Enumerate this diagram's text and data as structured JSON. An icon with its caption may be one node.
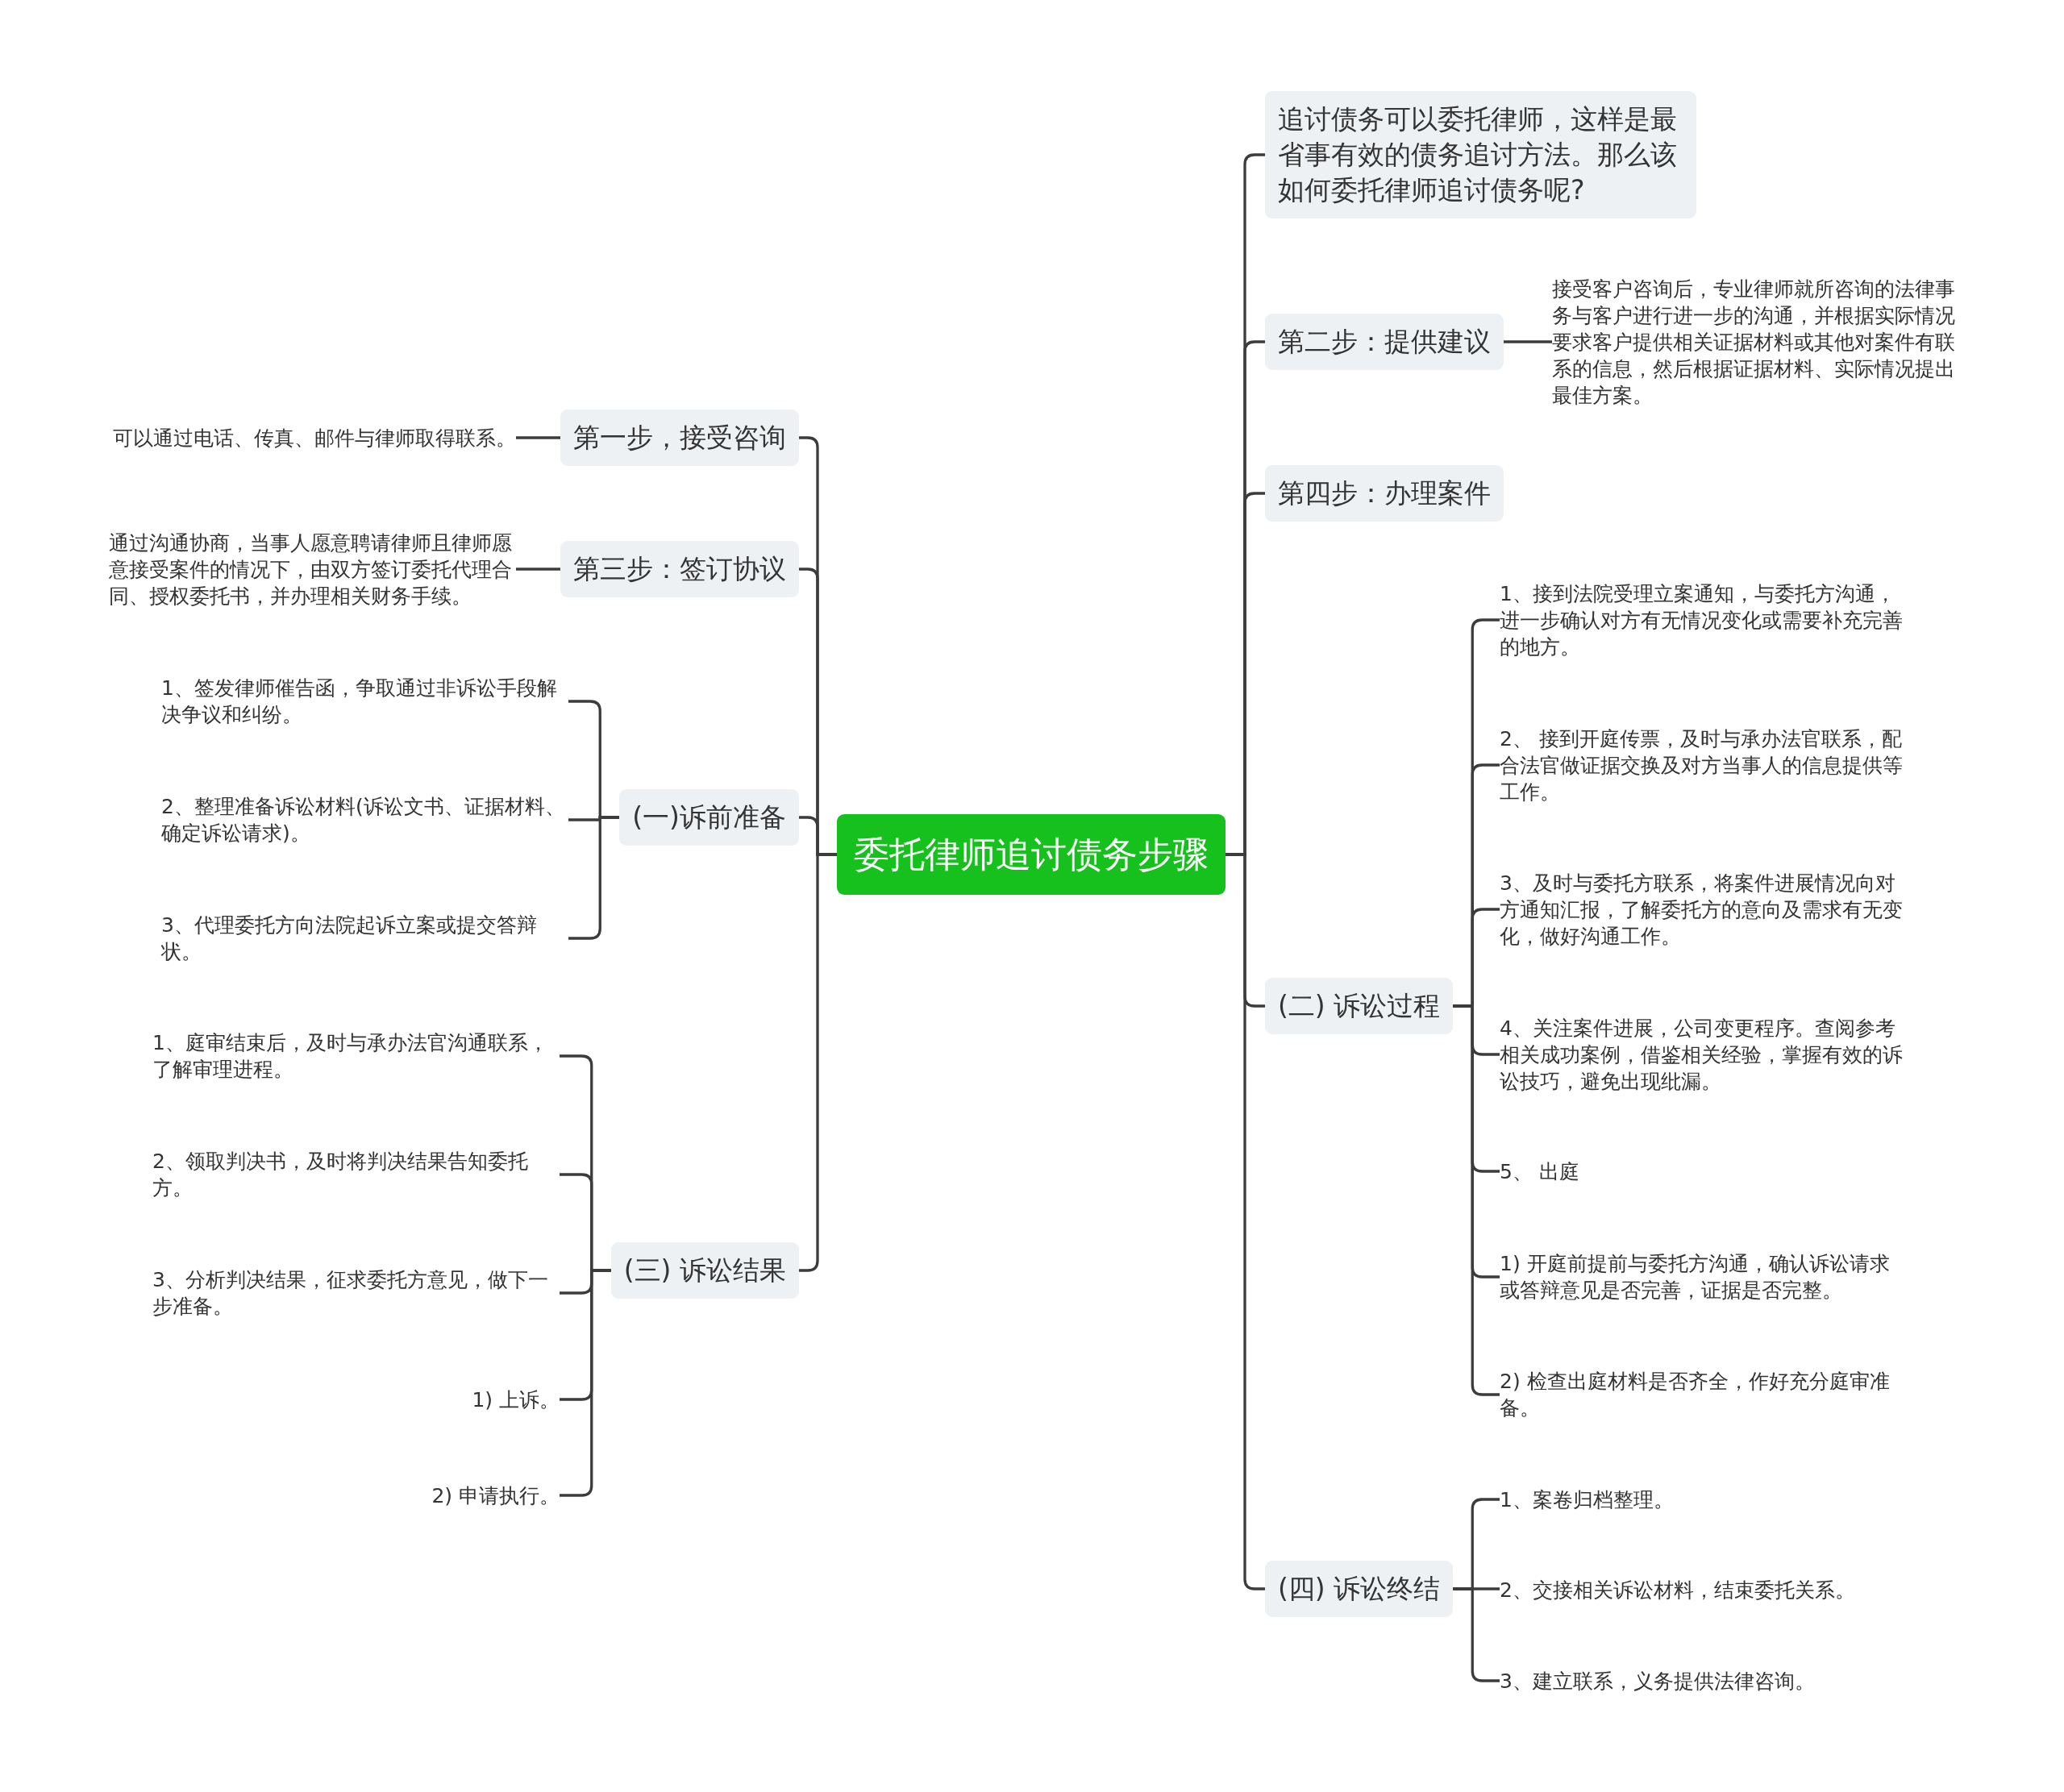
{
  "diagram": {
    "nodes": [
      {
        "text": [
          "委托律师追讨债务步骤"
        ]
      },
      {
        "text": [
          "追讨债务可以委托律师，这样是最省事有效的债务追讨方法。那么该如何委托律师追讨债务呢?"
        ]
      },
      {
        "text": [
          "第一步，接受咨询"
        ]
      },
      {
        "text": [
          "可以通过电话、传真、邮件与律师取得联系。"
        ]
      },
      {
        "text": [
          "第二步：提供建议"
        ]
      },
      {
        "text": [
          "接受客户咨询后，专业律师就所咨询的法律事务与客户进行进一步的沟通，并根据实际情况要求客户提供相关证据材料或其他对案件有联系的信息，然后根据证据材料、实际情况提出最佳方案。"
        ]
      },
      {
        "text": [
          "第三步：签订协议"
        ]
      },
      {
        "text": [
          "通过沟通协商，当事人愿意聘请律师且律师愿意接受案件的情况下，由双方签订委托代理合同、授权委托书，并办理相关财务手续。"
        ]
      },
      {
        "text": [
          "第四步：办理案件"
        ]
      },
      {
        "text": [
          "(一)诉前准备"
        ]
      },
      {
        "text": [
          "1、签发律师催告函，争取通过非诉讼手段解决争议和纠纷。"
        ]
      },
      {
        "text": [
          "2、整理准备诉讼材料(诉讼文书、证据材料、确定诉讼请求)。"
        ]
      },
      {
        "text": [
          "3、代理委托方向法院起诉立案或提交答辩状。"
        ]
      },
      {
        "text": [
          "(二) 诉讼过程"
        ]
      },
      {
        "text": [
          "1、接到法院受理立案通知，与委托方沟通，进一步确认对方有无情况变化或需要补充完善的地方。"
        ]
      },
      {
        "text": [
          "2、 接到开庭传票，及时与承办法官联系，配合法官做证据交换及对方当事人的信息提供等工作。"
        ]
      },
      {
        "text": [
          "3、及时与委托方联系，将案件进展情况向对方通知汇报，了解委托方的意向及需求有无变化，做好沟通工作。"
        ]
      },
      {
        "text": [
          "4、关注案件进展，公司变更程序。查阅参考相关成功案例，借鉴相关经验，掌握有效的诉讼技巧，避免出现纰漏。"
        ]
      },
      {
        "text": [
          "5、 出庭"
        ]
      },
      {
        "text": [
          "1) 开庭前提前与委托方沟通，确认诉讼请求或答辩意见是否完善，证据是否完整。"
        ]
      },
      {
        "text": [
          "2) 检查出庭材料是否齐全，作好充分庭审准备。"
        ]
      },
      {
        "text": [
          "(三) 诉讼结果"
        ]
      },
      {
        "text": [
          "1、庭审结束后，及时与承办法官沟通联系，了解审理进程。"
        ]
      },
      {
        "text": [
          "2、领取判决书，及时将判决结果告知委托方。"
        ]
      },
      {
        "text": [
          "3、分析判决结果，征求委托方意见，做下一步准备。"
        ]
      },
      {
        "text": [
          "1) 上诉。"
        ]
      },
      {
        "text": [
          "2) 申请执行。"
        ]
      },
      {
        "text": [
          "(四) 诉讼终结"
        ]
      },
      {
        "text": [
          "1、案卷归档整理。"
        ]
      },
      {
        "text": [
          "2、交接相关诉讼材料，结束委托关系。"
        ]
      },
      {
        "text": [
          "3、建立联系，义务提供法律咨询。"
        ]
      }
    ],
    "edges": [
      {
        "from": 0,
        "to": 1,
        "arrow": "none"
      },
      {
        "from": 0,
        "to": 2,
        "arrow": "none"
      },
      {
        "from": 2,
        "to": 3,
        "arrow": "none"
      },
      {
        "from": 0,
        "to": 4,
        "arrow": "none"
      },
      {
        "from": 4,
        "to": 5,
        "arrow": "none"
      },
      {
        "from": 0,
        "to": 6,
        "arrow": "none"
      },
      {
        "from": 6,
        "to": 7,
        "arrow": "none"
      },
      {
        "from": 0,
        "to": 8,
        "arrow": "none"
      },
      {
        "from": 0,
        "to": 9,
        "arrow": "none"
      },
      {
        "from": 9,
        "to": 10,
        "arrow": "none"
      },
      {
        "from": 9,
        "to": 11,
        "arrow": "none"
      },
      {
        "from": 9,
        "to": 12,
        "arrow": "none"
      },
      {
        "from": 0,
        "to": 13,
        "arrow": "none"
      },
      {
        "from": 13,
        "to": 14,
        "arrow": "none"
      },
      {
        "from": 13,
        "to": 15,
        "arrow": "none"
      },
      {
        "from": 13,
        "to": 16,
        "arrow": "none"
      },
      {
        "from": 13,
        "to": 17,
        "arrow": "none"
      },
      {
        "from": 13,
        "to": 18,
        "arrow": "none"
      },
      {
        "from": 13,
        "to": 19,
        "arrow": "none"
      },
      {
        "from": 13,
        "to": 20,
        "arrow": "none"
      },
      {
        "from": 0,
        "to": 21,
        "arrow": "none"
      },
      {
        "from": 21,
        "to": 22,
        "arrow": "none"
      },
      {
        "from": 21,
        "to": 23,
        "arrow": "none"
      },
      {
        "from": 21,
        "to": 24,
        "arrow": "none"
      },
      {
        "from": 21,
        "to": 25,
        "arrow": "none"
      },
      {
        "from": 21,
        "to": 26,
        "arrow": "none"
      },
      {
        "from": 0,
        "to": 27,
        "arrow": "none"
      },
      {
        "from": 27,
        "to": 28,
        "arrow": "none"
      },
      {
        "from": 27,
        "to": 29,
        "arrow": "none"
      },
      {
        "from": 27,
        "to": 30,
        "arrow": "none"
      }
    ]
  }
}
